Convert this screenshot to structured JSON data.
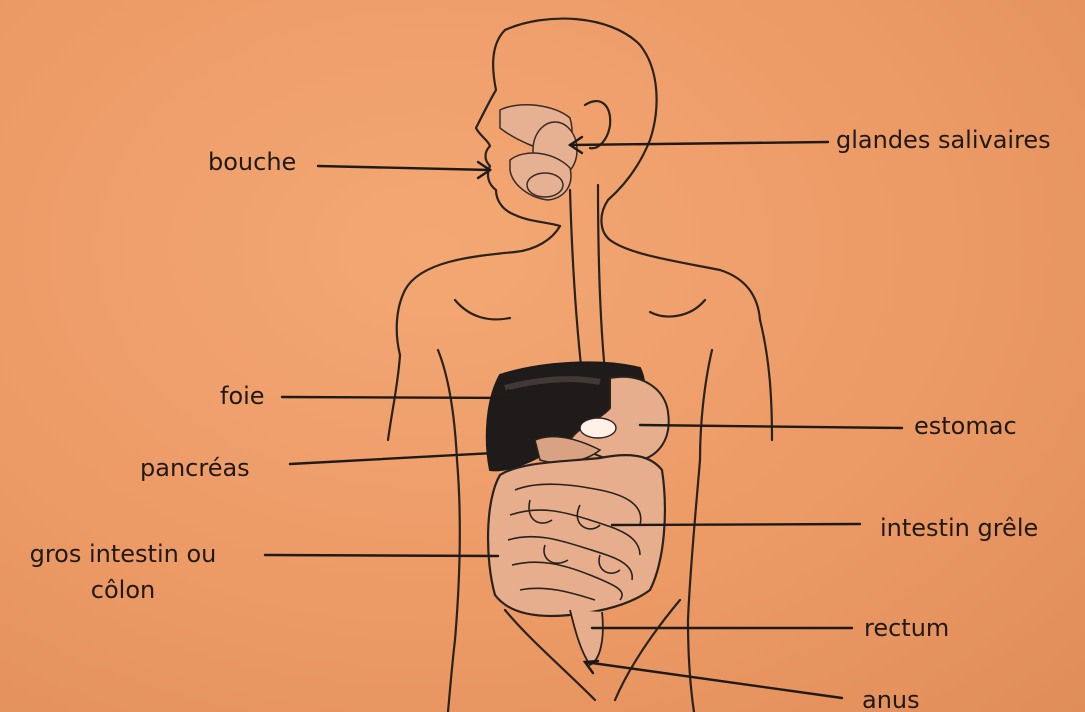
{
  "labels": {
    "bouche": "bouche",
    "glandes": "glandes salivaires",
    "foie": "foie",
    "estomac": "estomac",
    "pancreas": "pancréas",
    "intestin_grele": "intestin grêle",
    "gros_intestin_1": "gros intestin ou",
    "gros_intestin_2": "côlon",
    "rectum": "rectum",
    "anus": "anus"
  },
  "colors": {
    "background": "#ec9a66",
    "outline": "#2a221d",
    "liver": "#1e1b1a",
    "organ": "#e6ae8c"
  }
}
